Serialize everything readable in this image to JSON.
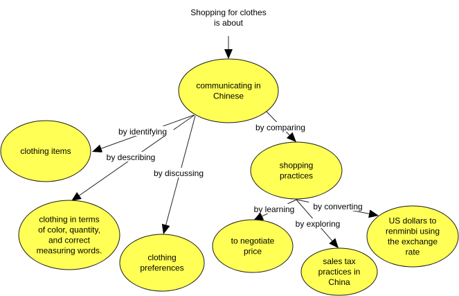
{
  "title": "Shopping for clothes is about",
  "root": {
    "lines": [
      "Shopping for clothes",
      "is about"
    ]
  },
  "colors": {
    "node_fill": "#ffff55",
    "node_stroke": "#1a1a1a",
    "line": "#222222",
    "background": "#ffffff"
  },
  "nodes": [
    {
      "id": "communicating",
      "lines": [
        "communicating in",
        "Chinese"
      ]
    },
    {
      "id": "clothing-items",
      "lines": [
        "clothing items"
      ]
    },
    {
      "id": "clothing-terms",
      "lines": [
        "clothing in terms",
        "of color, quantity,",
        "and correct",
        "measuring words."
      ]
    },
    {
      "id": "clothing-preferences",
      "lines": [
        "clothing",
        "preferences"
      ]
    },
    {
      "id": "shopping-practices",
      "lines": [
        "shopping",
        "practices"
      ]
    },
    {
      "id": "negotiate-price",
      "lines": [
        "to negotiate",
        "price"
      ]
    },
    {
      "id": "sales-tax",
      "lines": [
        "sales tax",
        "practices in",
        "China"
      ]
    },
    {
      "id": "us-dollars",
      "lines": [
        "US dollars to",
        "renminbi using",
        "the exchange",
        "rate"
      ]
    }
  ],
  "links": [
    {
      "from": "root",
      "to": "communicating",
      "label": ""
    },
    {
      "from": "communicating",
      "to": "clothing-items",
      "label": "by identifying"
    },
    {
      "from": "communicating",
      "to": "clothing-terms",
      "label": "by describing"
    },
    {
      "from": "communicating",
      "to": "clothing-preferences",
      "label": "by discussing"
    },
    {
      "from": "communicating",
      "to": "shopping-practices",
      "label": "by comparing"
    },
    {
      "from": "shopping-practices",
      "to": "negotiate-price",
      "label": "by learning"
    },
    {
      "from": "shopping-practices",
      "to": "sales-tax",
      "label": "by exploring"
    },
    {
      "from": "shopping-practices",
      "to": "us-dollars",
      "label": "by converting"
    }
  ]
}
